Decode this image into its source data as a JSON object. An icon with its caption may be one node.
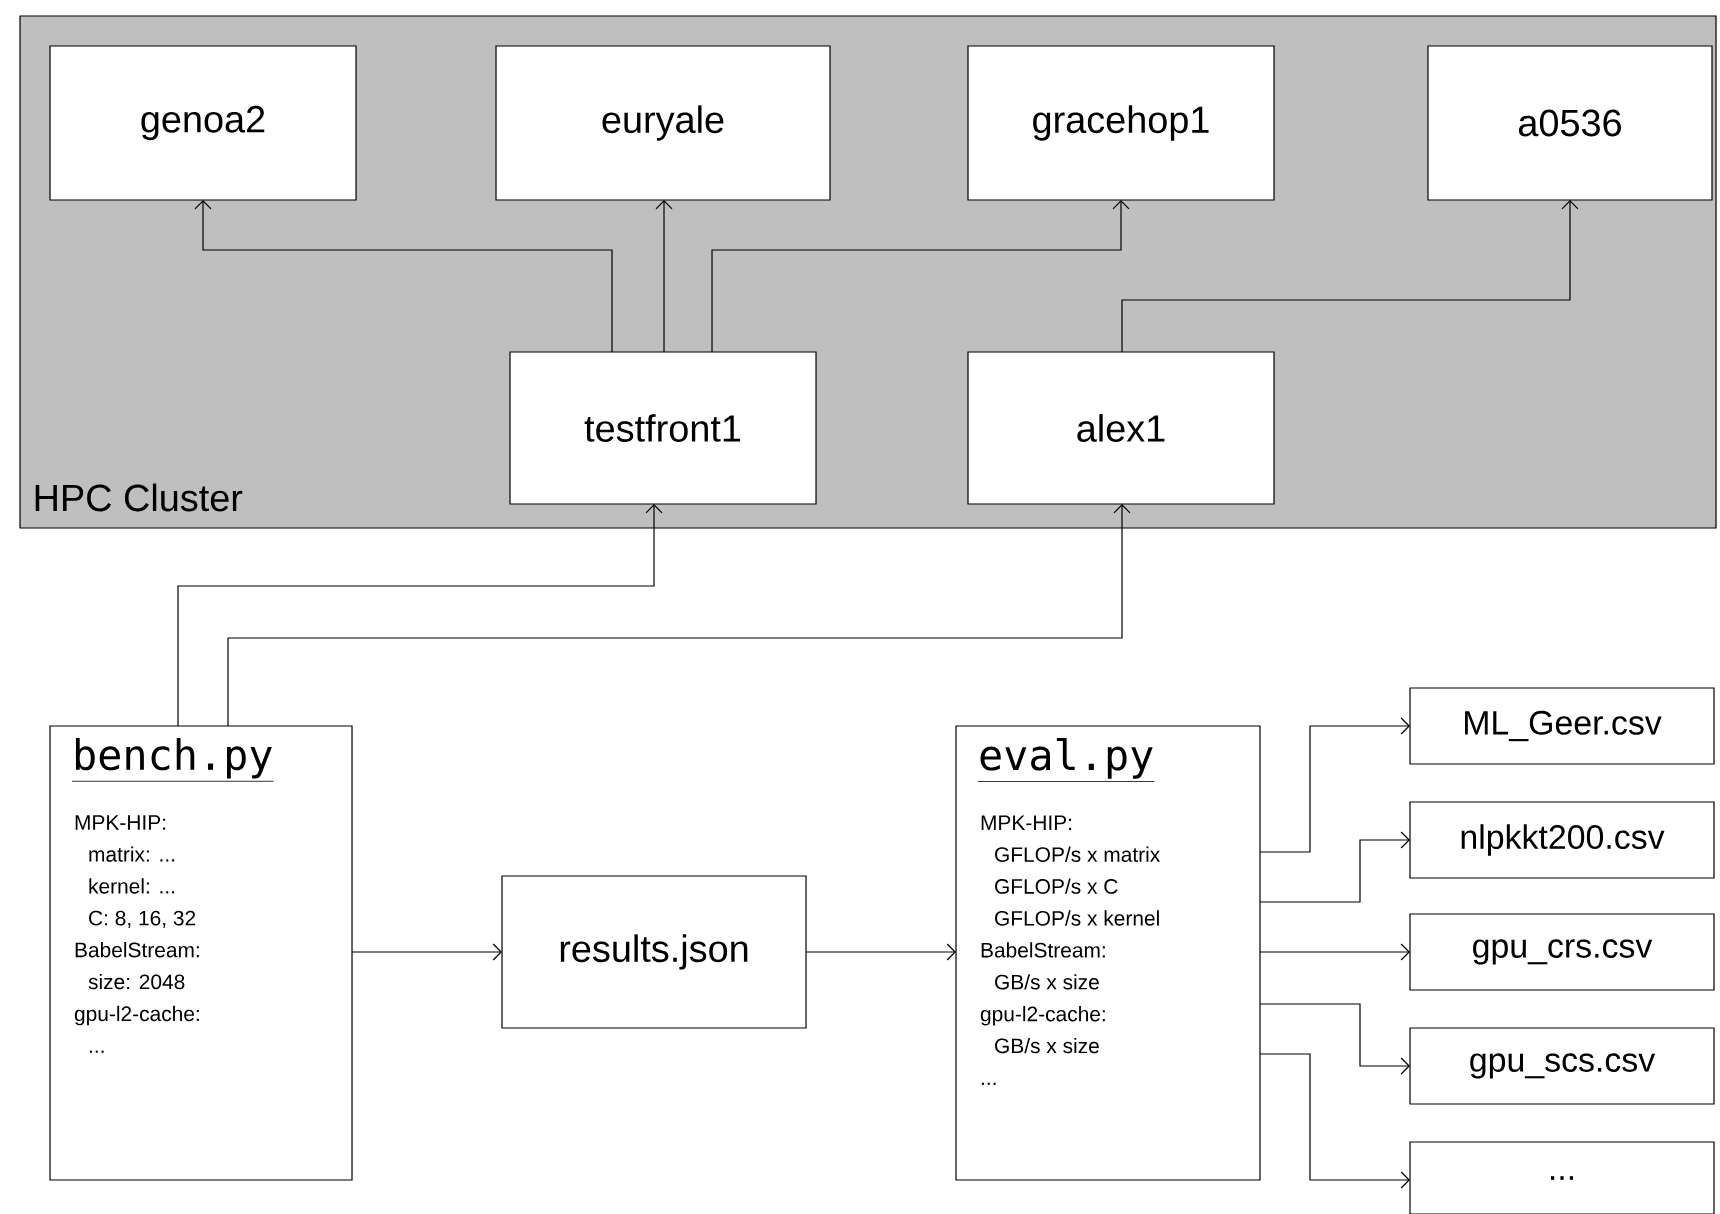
{
  "diagram": {
    "nodes": [
      {
        "text": [
          "HPC Cluster"
        ]
      },
      {
        "text": [
          "genoa2"
        ],
        "in": 0
      },
      {
        "text": [
          "euryale"
        ],
        "in": 0
      },
      {
        "text": [
          "gracehop1"
        ],
        "in": 0
      },
      {
        "text": [
          "a0536"
        ],
        "in": 0
      },
      {
        "text": [
          "testfront1"
        ],
        "in": 0
      },
      {
        "text": [
          "alex1"
        ],
        "in": 0
      },
      {
        "text": [
          "bench.py",
          "MPK-HIP:",
          "matrix: ...",
          "kernel: ...",
          "C: 8, 16, 32",
          "BabelStream:",
          "size: 2048",
          "gpu-l2-cache:",
          "..."
        ]
      },
      {
        "text": [
          "results.json"
        ]
      },
      {
        "text": [
          "eval.py",
          "MPK-HIP:",
          "GFLOP/s x matrix",
          "GFLOP/s x C",
          "GFLOP/s x kernel",
          "BabelStream:",
          "GB/s x size",
          "gpu-l2-cache:",
          "GB/s x size",
          "..."
        ]
      },
      {
        "text": [
          "ML_Geer.csv"
        ]
      },
      {
        "text": [
          "nlpkkt200.csv"
        ]
      },
      {
        "text": [
          "gpu_crs.csv"
        ]
      },
      {
        "text": [
          "gpu_scs.csv"
        ]
      },
      {
        "text": [
          "..."
        ]
      }
    ],
    "edges": [
      {
        "from": 5,
        "to": 1,
        "arrow": "to"
      },
      {
        "from": 5,
        "to": 2,
        "arrow": "to"
      },
      {
        "from": 5,
        "to": 3,
        "arrow": "to"
      },
      {
        "from": 6,
        "to": 4,
        "arrow": "to"
      },
      {
        "from": 7,
        "to": 5,
        "arrow": "to"
      },
      {
        "from": 7,
        "to": 6,
        "arrow": "to"
      },
      {
        "from": 7,
        "to": 8,
        "arrow": "to"
      },
      {
        "from": 8,
        "to": 9,
        "arrow": "to"
      },
      {
        "from": 9,
        "to": 10,
        "arrow": "to"
      },
      {
        "from": 9,
        "to": 11,
        "arrow": "to"
      },
      {
        "from": 9,
        "to": 12,
        "arrow": "to"
      },
      {
        "from": 9,
        "to": 13,
        "arrow": "to"
      },
      {
        "from": 9,
        "to": 14,
        "arrow": "to"
      }
    ]
  }
}
